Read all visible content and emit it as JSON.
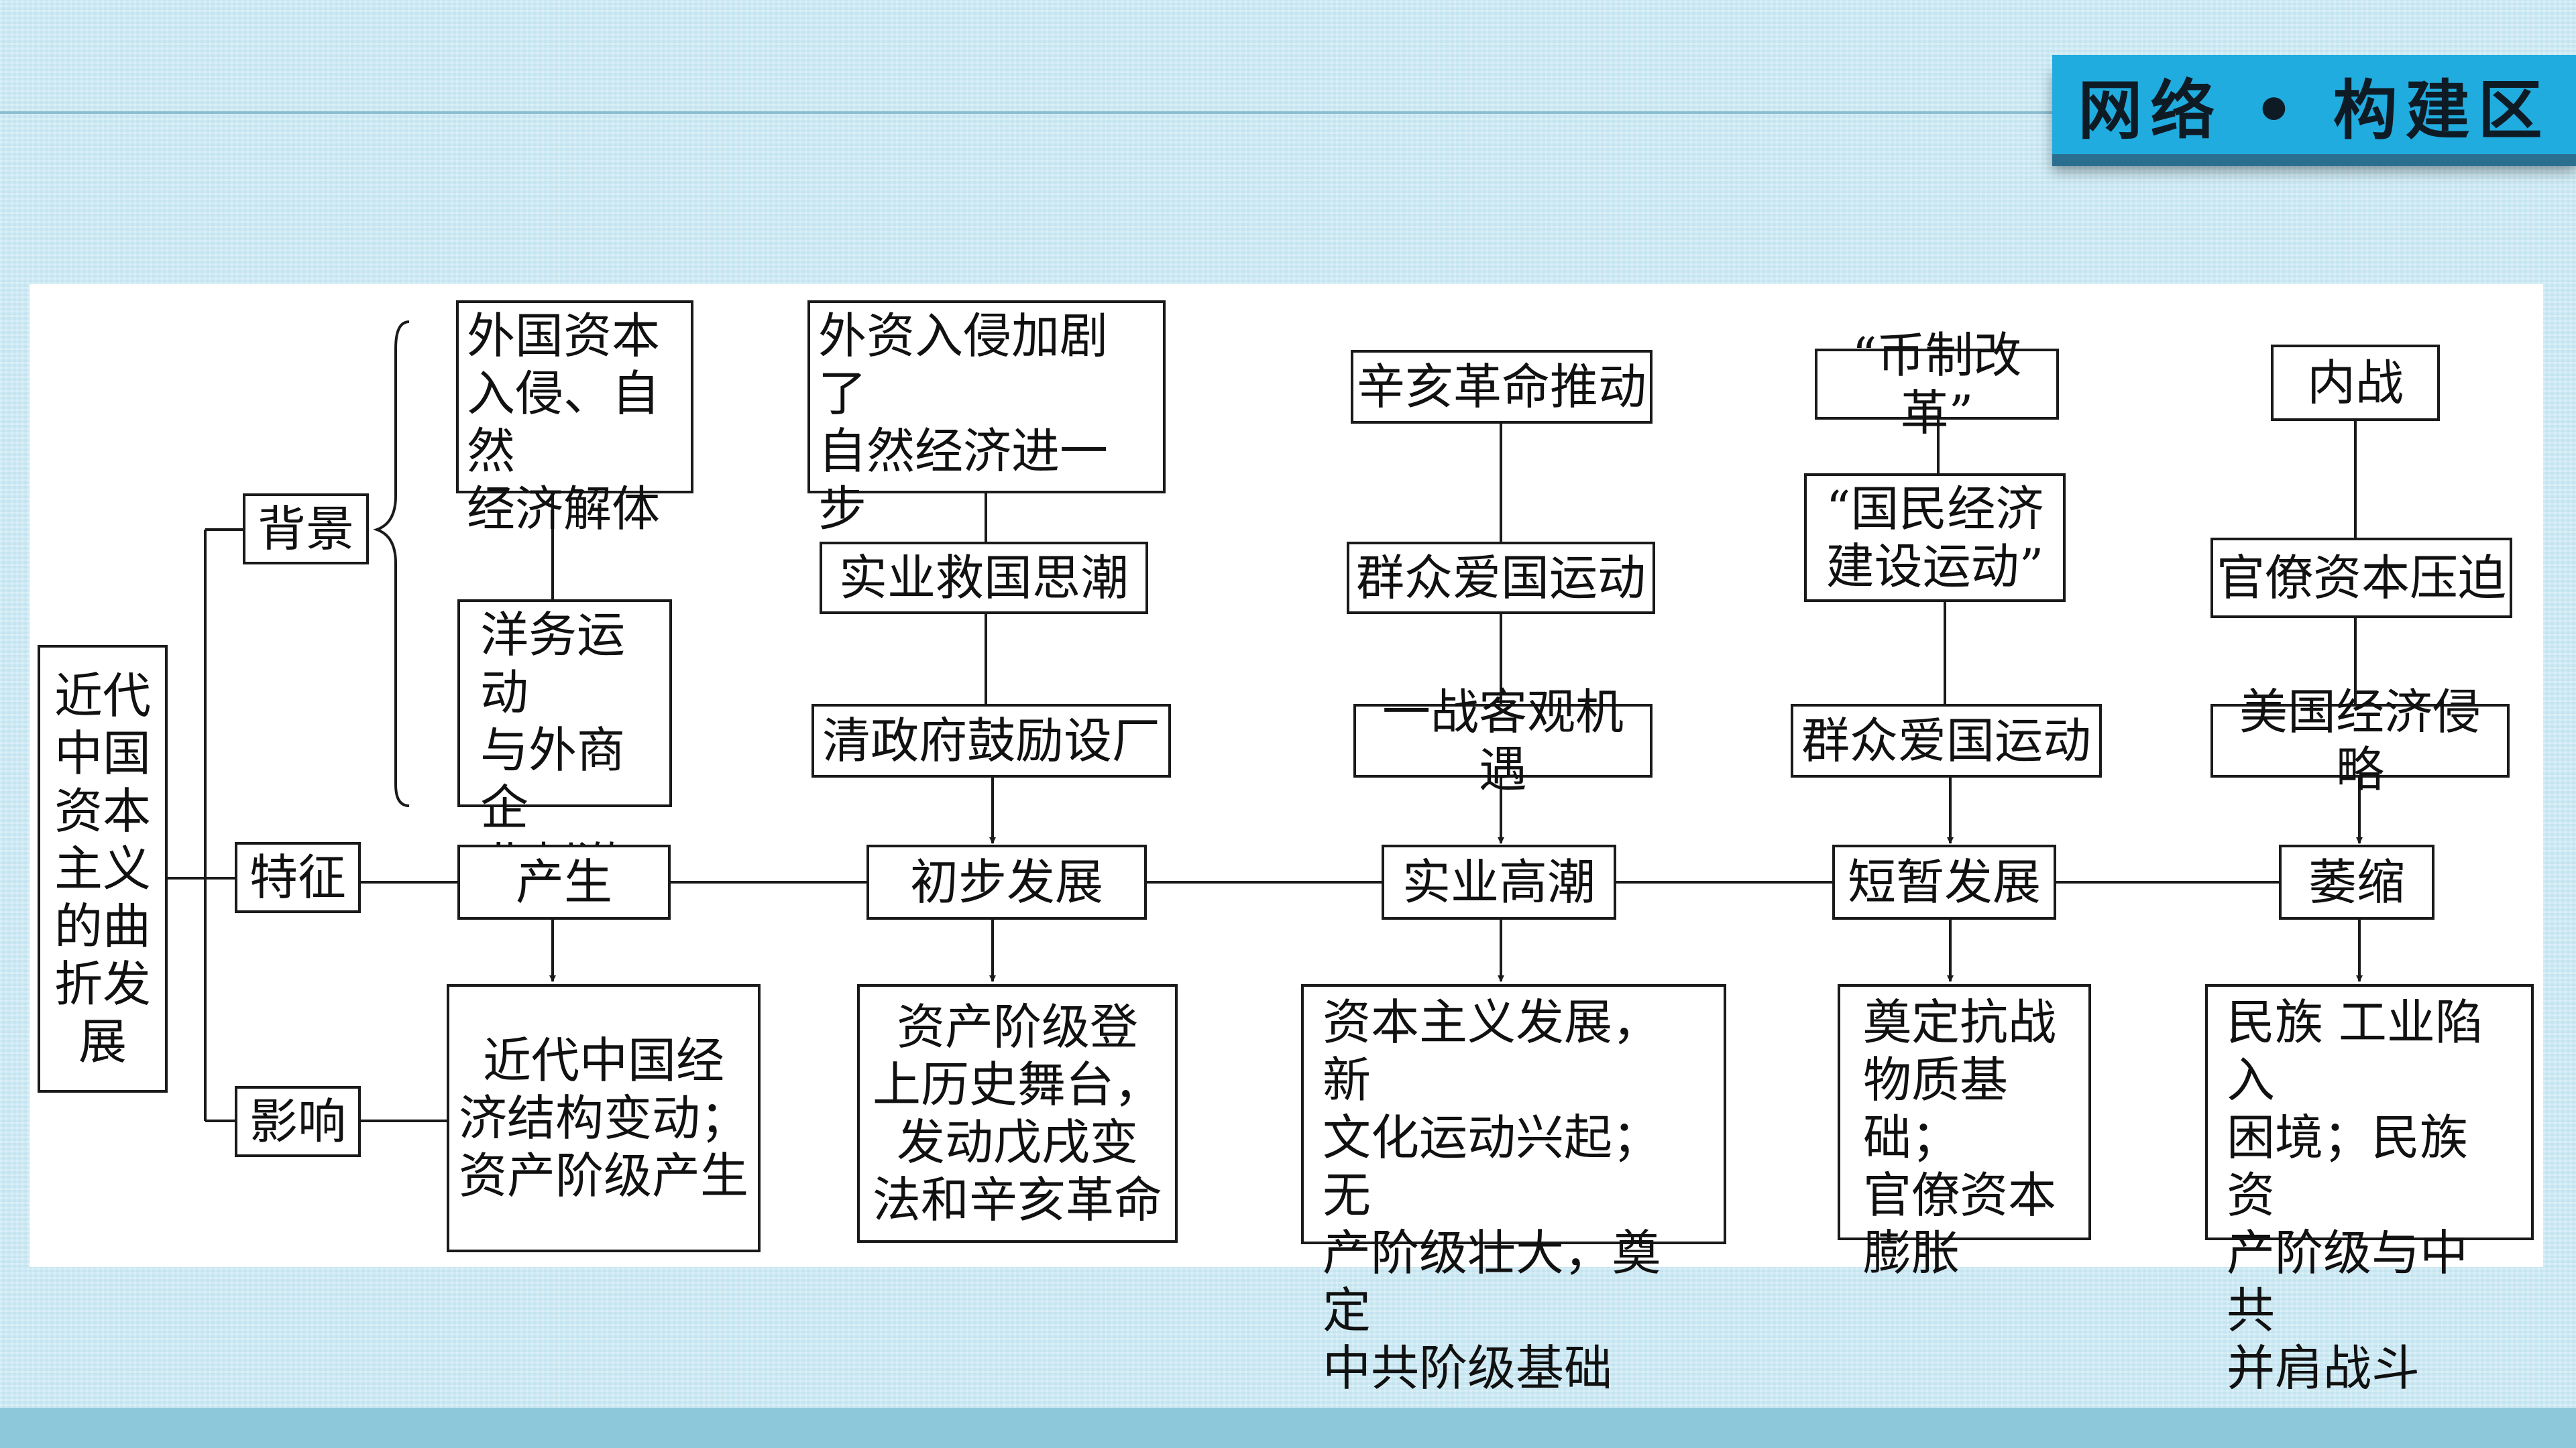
{
  "header": {
    "title": "网络 • 构建区"
  },
  "diagram": {
    "root": "近代\n中国\n资本\n主义\n的曲\n折发\n展",
    "categories": {
      "background": "背景",
      "feature": "特征",
      "influence": "影响"
    },
    "stages": [
      {
        "name": "产生",
        "causes": [
          "外国资本\n入侵、自然\n经济解体",
          "洋务运动\n与外商企\n业刺激"
        ],
        "influence": "近代中国经\n济结构变动；\n资产阶级产生"
      },
      {
        "name": "初步发展",
        "causes": [
          "外资入侵加剧了\n自然经济进一步\n解体",
          "实业救国思潮",
          "清政府鼓励设厂"
        ],
        "influence": "资产阶级登\n上历史舞台，\n发动戊戌变\n法和辛亥革命"
      },
      {
        "name": "实业高潮",
        "causes": [
          "辛亥革命推动",
          "群众爱国运动",
          "一战客观机遇"
        ],
        "influence": "资本主义发展，新\n文化运动兴起；无\n产阶级壮大，奠定\n中共阶级基础"
      },
      {
        "name": "短暂发展",
        "causes": [
          "“币制改革”",
          "“国民经济\n建设运动”",
          "群众爱国运动"
        ],
        "influence": "奠定抗战\n物质基础；\n官僚资本\n膨胀"
      },
      {
        "name": "萎缩",
        "causes": [
          "内战",
          "官僚资本压迫",
          "美国经济侵略"
        ],
        "influence": "民族 工业陷入\n困境；民族资\n产阶级与中共\n并肩战斗"
      }
    ]
  }
}
